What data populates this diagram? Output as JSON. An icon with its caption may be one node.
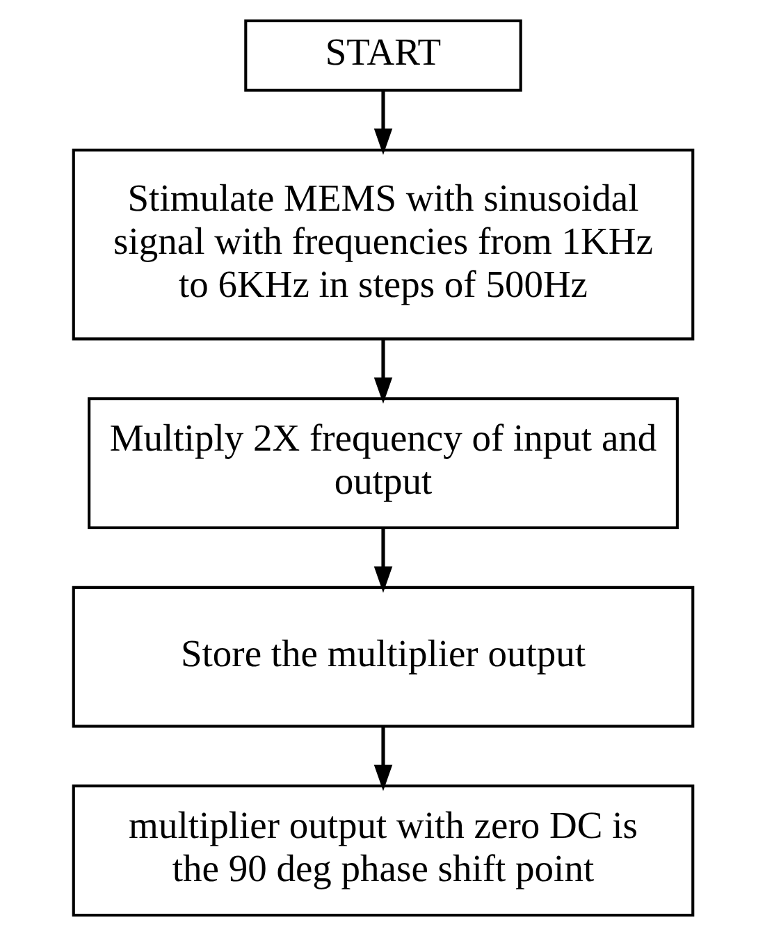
{
  "diagram": {
    "nodes": [
      {
        "text": [
          "START"
        ]
      },
      {
        "text": [
          "Stimulate MEMS with sinusoidal signal with frequencies from 1KHz to 6KHz in steps of 500Hz"
        ]
      },
      {
        "text": [
          "Multiply 2X frequency of input and output"
        ]
      },
      {
        "text": [
          "Store the multiplier output"
        ]
      },
      {
        "text": [
          "multiplier output with zero DC is the 90 deg phase shift point"
        ]
      }
    ],
    "edges": [
      {
        "from": 0,
        "to": 1,
        "arrow": "to"
      },
      {
        "from": 1,
        "to": 2,
        "arrow": "to"
      },
      {
        "from": 2,
        "to": 3,
        "arrow": "to"
      },
      {
        "from": 3,
        "to": 4,
        "arrow": "to"
      }
    ]
  }
}
